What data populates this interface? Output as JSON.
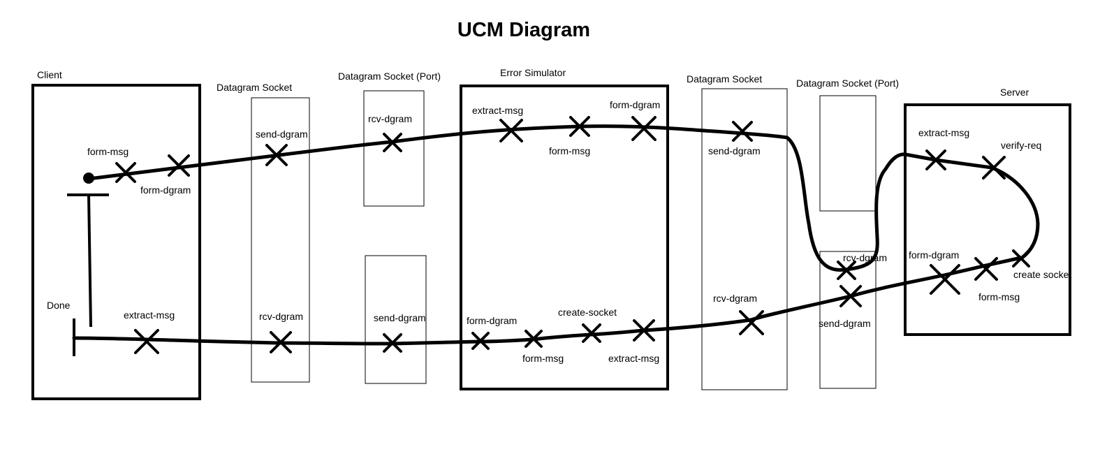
{
  "title": "UCM Diagram",
  "components": {
    "client": "Client",
    "socket_a": "Datagram Socket",
    "socket_b": "Datagram Socket (Port)",
    "error_sim": "Error Simulator",
    "socket_c": "Datagram Socket",
    "socket_d": "Datagram Socket (Port)",
    "server": "Server"
  },
  "endpoints": {
    "done": "Done"
  },
  "responsibilities": {
    "client_form_msg": "form-msg",
    "client_form_dgram": "form-dgram",
    "socket_a_send": "send-dgram",
    "socket_b_rcv": "rcv-dgram",
    "es_extract_top": "extract-msg",
    "es_form_msg_top": "form-msg",
    "es_form_dgram_top": "form-dgram",
    "socket_c_send": "send-dgram",
    "socket_d_rcv": "rcv-dgram",
    "server_extract": "extract-msg",
    "server_verify": "verify-req",
    "server_form_dgram": "form-dgram",
    "server_create_socket": "create socket",
    "server_form_msg": "form-msg",
    "socket_d_send": "send-dgram",
    "socket_c_rcv": "rcv-dgram",
    "es_form_dgram_bottom": "form-dgram",
    "es_form_msg_bottom": "form-msg",
    "es_create_socket": "create-socket",
    "es_extract_bottom": "extract-msg",
    "socket_b_send": "send-dgram",
    "socket_a_rcv": "rcv-dgram",
    "client_extract": "extract-msg"
  },
  "colors": {
    "stroke": "#000000",
    "background": "#ffffff"
  }
}
